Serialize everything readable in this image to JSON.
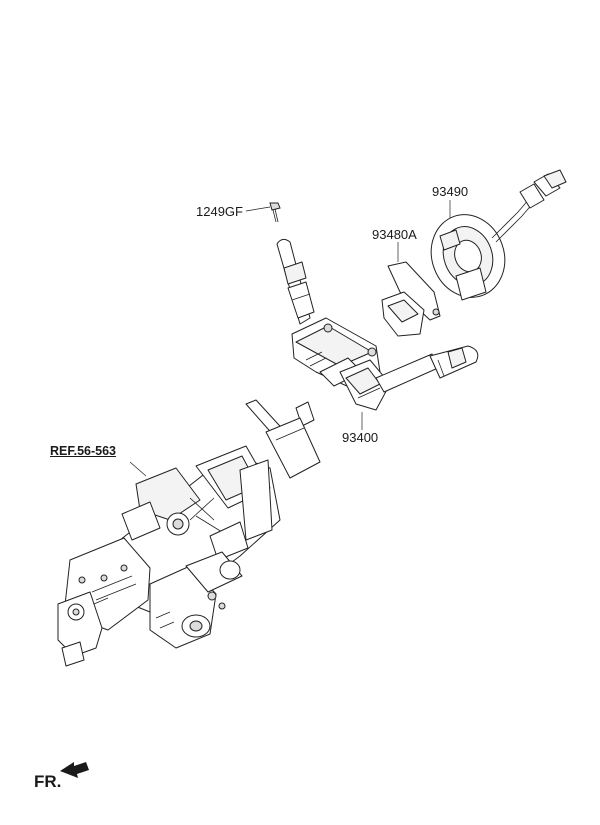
{
  "labels": {
    "bolt": "1249GF",
    "clock_spring": "93490",
    "bracket": "93480A",
    "multifunction_switch": "93400",
    "reference": "REF.56-563",
    "front": "FR."
  }
}
